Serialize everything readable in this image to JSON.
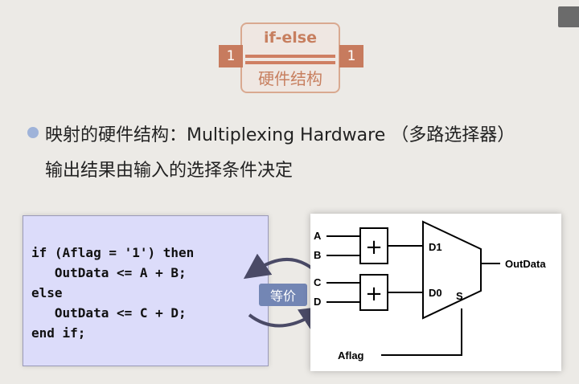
{
  "header": {
    "top_label": "if-else",
    "bottom_label": "硬件结构",
    "left_box": "1",
    "right_box": "1"
  },
  "text": {
    "line1": "映射的硬件结构：Multiplexing Hardware （多路选择器）",
    "line2": "输出结果由输入的选择条件决定"
  },
  "code": [
    "if (Aflag = '1') then",
    "   OutData <= A + B;",
    "else",
    "   OutData <= C + D;",
    "end if;"
  ],
  "equiv_label": "等价",
  "circuit": {
    "inputs": [
      "A",
      "B",
      "C",
      "D"
    ],
    "adder_symbol": "+",
    "mux_inputs": [
      "D1",
      "D0"
    ],
    "select": "S",
    "output": "OutData",
    "control": "Aflag"
  },
  "colors": {
    "accent": "#c77b5e",
    "code_bg": "#dcdcfa",
    "badge": "#7386b4",
    "bullet": "#9fb3d9"
  }
}
